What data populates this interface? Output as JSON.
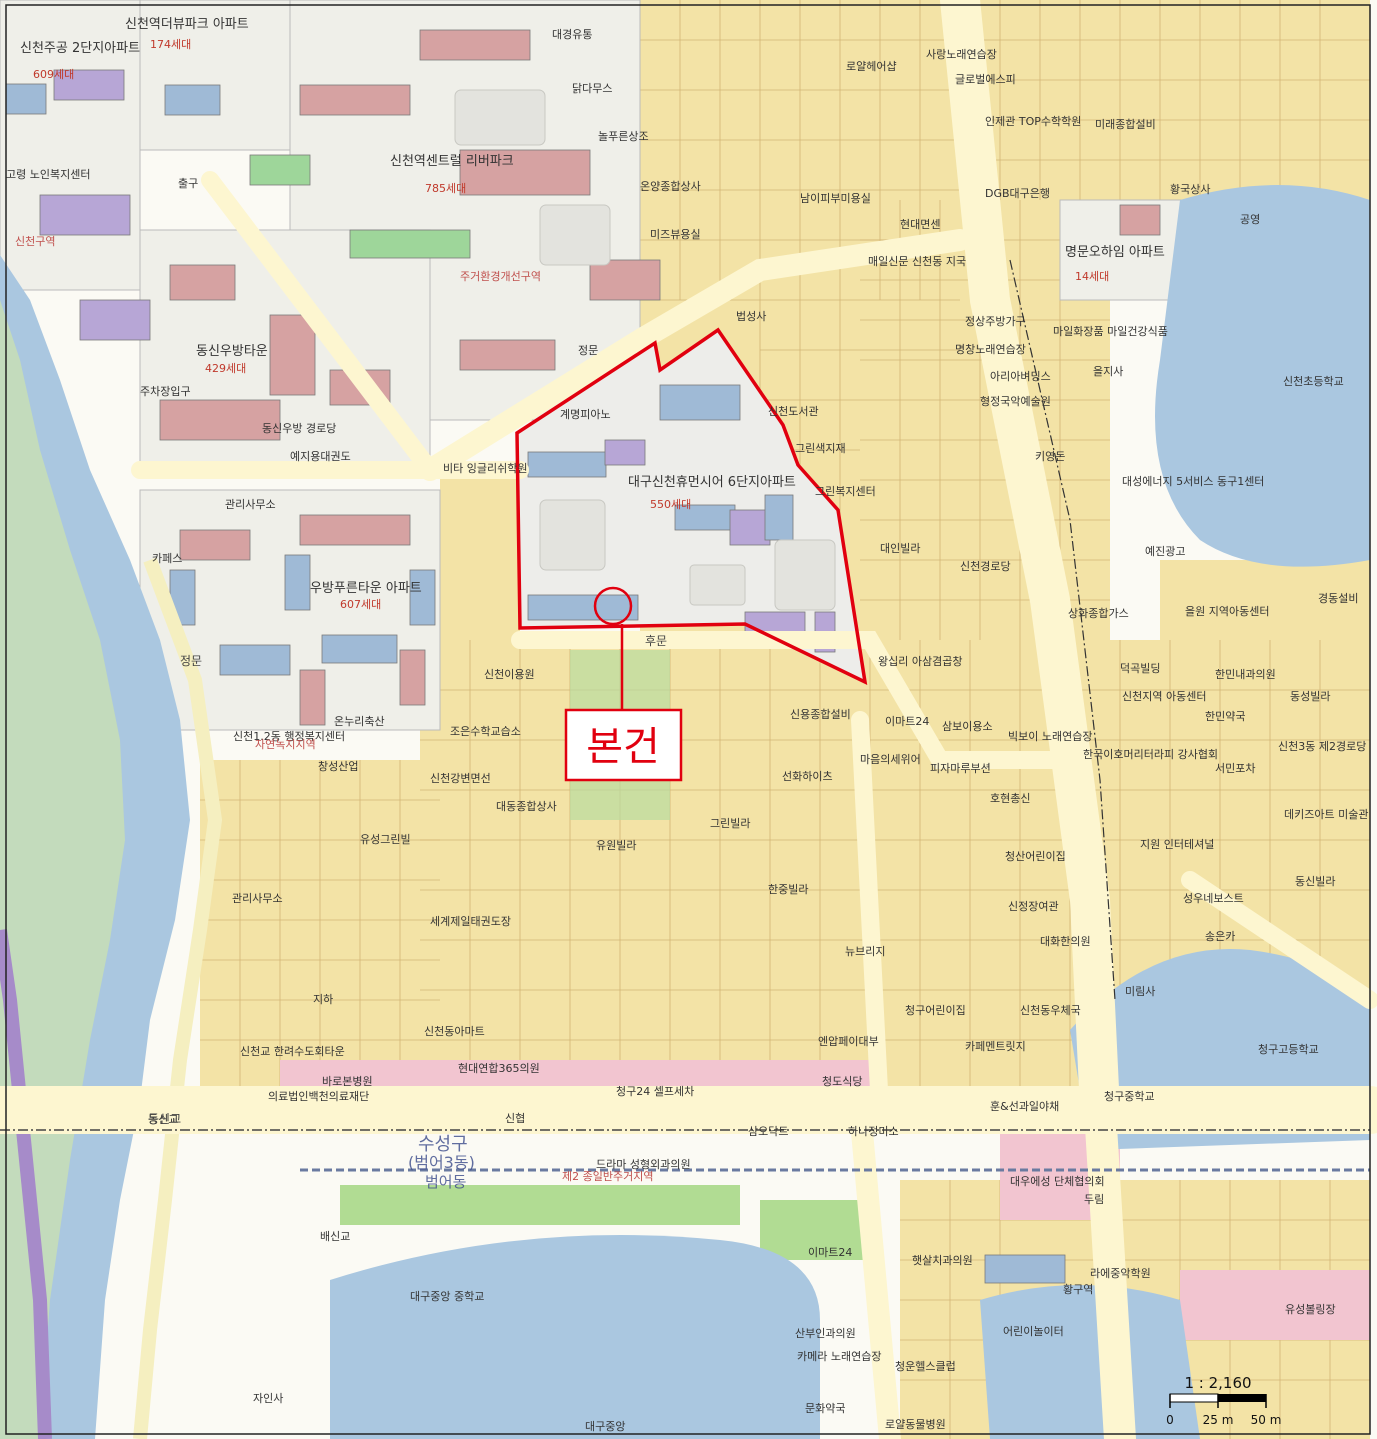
{
  "map": {
    "target_label": "본건",
    "scale": {
      "ratio": "1 : 2,160",
      "ticks": [
        "0",
        "25 m",
        "50 m"
      ]
    },
    "apartments": [
      {
        "name": "신천역더뷰파크 아파트",
        "households": "174세대"
      },
      {
        "name": "신천주공 2단지아파트",
        "households": "609세대"
      },
      {
        "name": "신천역센트럴 리버파크",
        "households": "785세대"
      },
      {
        "name": "동신우방타운",
        "households": "429세대"
      },
      {
        "name": "우방푸른타운 아파트",
        "households": "607세대"
      },
      {
        "name": "대구신천휴먼시어 6단지아파트",
        "households": "550세대"
      },
      {
        "name": "명문오하임 아파트",
        "households": "14세대"
      }
    ],
    "places": [
      "고령 노인복지센터",
      "동신우방 경로당",
      "예지용대권도",
      "관리사무소",
      "카페스",
      "비타 잉글리쉬학원",
      "계명피아노",
      "정문",
      "출구",
      "주차장입구",
      "온누리축산",
      "신천1.2동 행정복지센터",
      "창성산업",
      "조은수학교습소",
      "신천이용원",
      "신천강변면선",
      "대동종합상사",
      "유원빌라",
      "유성그린빌",
      "동신교",
      "세계제일태권도장",
      "신천동아마트",
      "신천교 한려수도회타운",
      "바로본병원",
      "의료법인백천의료재단",
      "현대연합365의원",
      "청구24 셀프세차",
      "신협",
      "드라마 성형외과의원",
      "삼오닥트",
      "하나정미소",
      "온양종합상사",
      "놀푸른상조",
      "미즈뷰용실",
      "닭다무스",
      "대경유통",
      "로얄헤어샵",
      "사랑노래연습장",
      "글로벌에스피",
      "인제관 TOP수학학원",
      "미래종합설비",
      "DGB대구은행",
      "남이피부미용실",
      "매일신문 신천동 지국",
      "현대면센",
      "법성사",
      "신천도서관",
      "그린색지재",
      "명창노래연습장",
      "정상주방가구",
      "아리아벼딩스",
      "형정국악예술원",
      "키영돈",
      "그린복지센터",
      "대인빌라",
      "신천경로당",
      "상화종합가스",
      "왕십리 아삼겸곱창",
      "이마트24",
      "삼보이용소",
      "빅보이 노래연습장",
      "피자마루부션",
      "호현총신",
      "청산어린이집",
      "한국이호머리터라피 강사협회",
      "마음의세위어",
      "신용종합설비",
      "선화하이츠",
      "그린빌라",
      "한중빌라",
      "뉴브리지",
      "청구어린이집",
      "신천동우체국",
      "카페멘트릿지",
      "엔압페이대부",
      "청도식당",
      "훈&선과일야채",
      "지원 인터테셔널",
      "대화한의원",
      "신정장여관",
      "미림사",
      "마일화장품 마일건강식품",
      "을지사",
      "대성에너지 5서비스 동구1센터",
      "예진광고",
      "신천초등학교",
      "황국상사",
      "공영",
      "경동설비",
      "을원 지역아동센터",
      "덕곡빌딩",
      "한민내과의원",
      "신천지역 아동센터",
      "한민약국",
      "동성빌라",
      "신천3동 제2경로당",
      "서민포차",
      "데키즈아트 미술관",
      "동신빌라",
      "성우네보스트",
      "송은카",
      "청구중학교",
      "청구고등학교",
      "대구중앙 중학교",
      "대구중앙",
      "배신교",
      "이마트24",
      "산부인과의원",
      "햇살치과의원",
      "라에중악학원",
      "유성볼링장",
      "청운헬스클럽",
      "카메라 노래연습장",
      "로얄동물병원",
      "문화약국",
      "대우에성 단체협의회",
      "두림",
      "자인사",
      "지하",
      "관리사무소",
      "황구역",
      "어린이놀이터"
    ],
    "districts": [
      "수성구",
      "(범어3동)",
      "범어동"
    ],
    "zones": [
      "제2 종일반주거지역",
      "자연녹지지역",
      "주거환경개선구역",
      "신천구역"
    ],
    "roads": [
      "동신교",
      "정문",
      "후문"
    ]
  }
}
